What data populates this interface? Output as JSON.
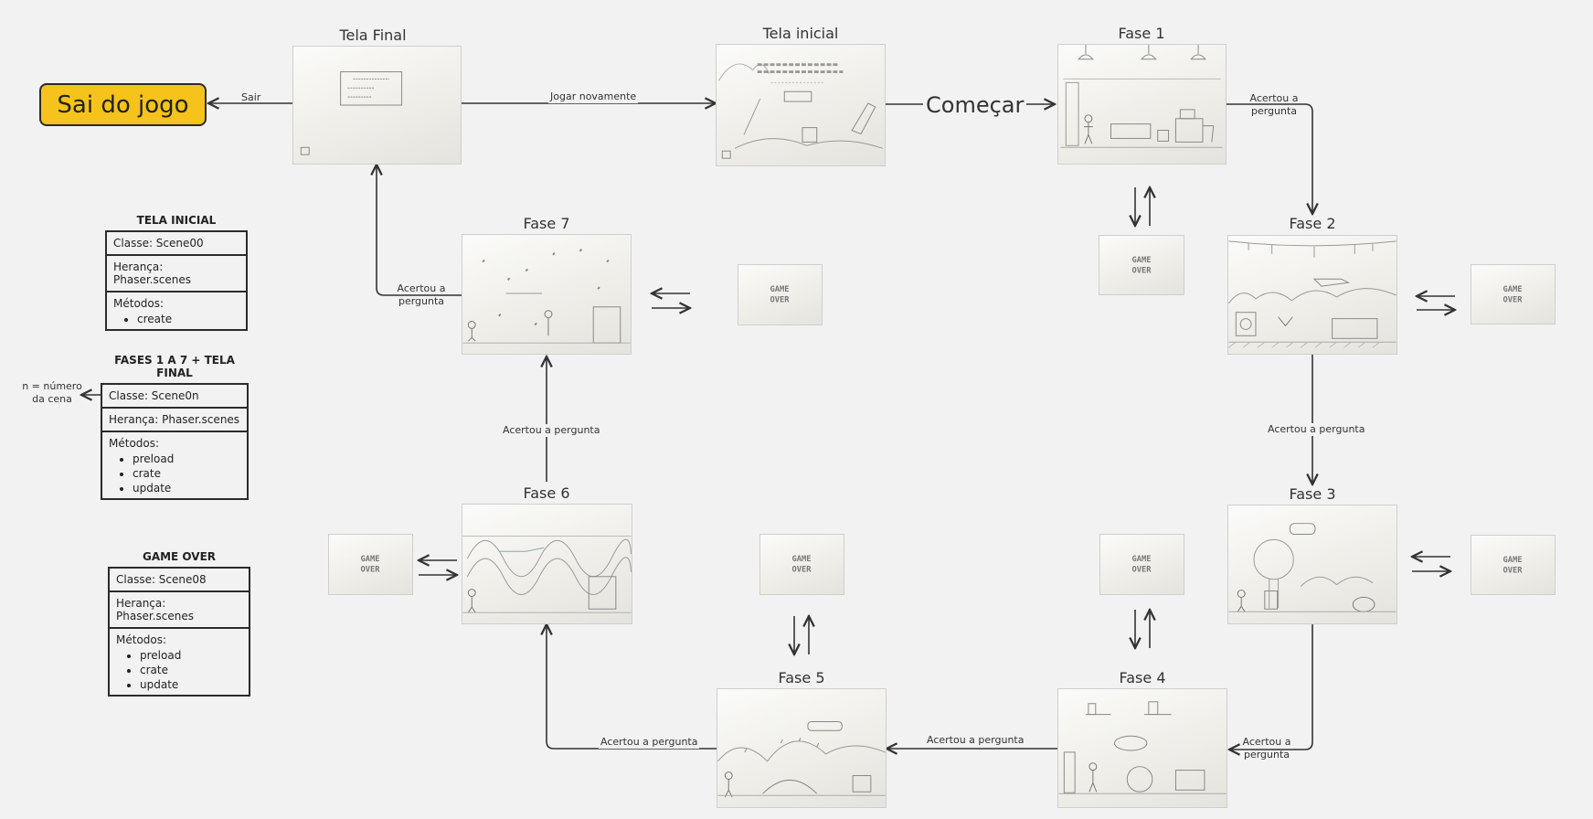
{
  "exit_node": {
    "label": "Sai do jogo"
  },
  "screens": {
    "tela_final": "Tela Final",
    "tela_inicial": "Tela inicial",
    "fase1": "Fase 1",
    "fase2": "Fase 2",
    "fase3": "Fase 3",
    "fase4": "Fase 4",
    "fase5": "Fase 5",
    "fase6": "Fase 6",
    "fase7": "Fase 7"
  },
  "edges": {
    "sair": "Sair",
    "jogar_novamente": "Jogar novamente",
    "comecar": "Começar",
    "f1_f2": "Acertou a pergunta",
    "f2_f3": "Acertou a pergunta",
    "f3_f4": "Acertou a pergunta",
    "f4_f5": "Acertou a pergunta",
    "f5_f6": "Acertou a pergunta",
    "f6_f7": "Acertou a pergunta",
    "f7_final": "Acertou a pergunta"
  },
  "classes": {
    "tela_inicial": {
      "heading": "TELA INICIAL",
      "classe": "Classe: Scene00",
      "heranca": "Herança: Phaser.scenes",
      "metodos": "Métodos:",
      "methods": [
        "create"
      ]
    },
    "fases": {
      "heading": "FASES 1 A 7 + TELA FINAL",
      "classe": "Classe: Scene0n",
      "heranca": "Herança: Phaser.scenes",
      "metodos": "Métodos:",
      "methods": [
        "preload",
        "crate",
        "update"
      ],
      "note": "n = número da cena"
    },
    "game_over": {
      "heading": "GAME OVER",
      "classe": "Classe: Scene08",
      "heranca": "Herança: Phaser.scenes",
      "metodos": "Métodos:",
      "methods": [
        "preload",
        "crate",
        "update"
      ]
    }
  },
  "colors": {
    "exit_fill": "#f5c31b",
    "line": "#333333",
    "background": "#f2f2f2"
  }
}
